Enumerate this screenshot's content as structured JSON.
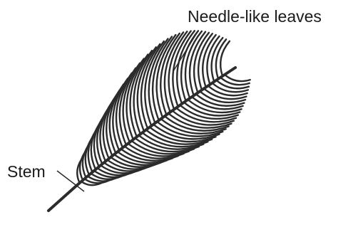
{
  "diagram": {
    "subject": "leaf",
    "labels": {
      "needles": "Needle-like leaves",
      "stem": "Stem"
    },
    "colors": {
      "stroke": "#2b2b2b",
      "background": "#ffffff"
    }
  }
}
